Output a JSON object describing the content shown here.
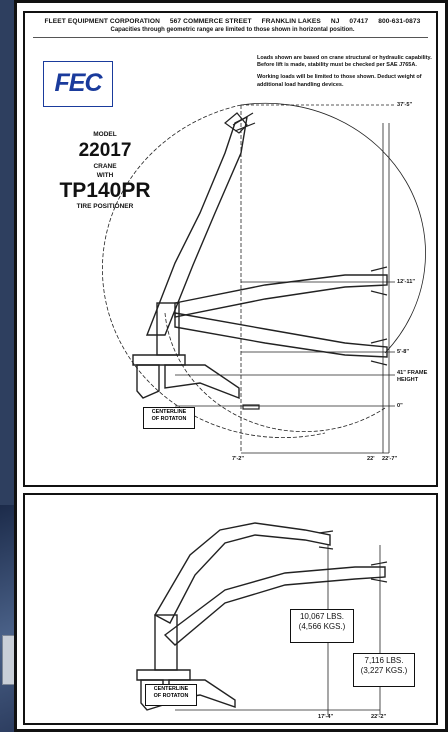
{
  "header": {
    "company": "FLEET EQUIPMENT CORPORATION",
    "address": "567 COMMERCE STREET",
    "city": "FRANKLIN LAKES",
    "state": "NJ",
    "zip": "07417",
    "phone": "800-631-0873",
    "subtitle": "Capacities through geometric range are limited to those shown in horizontal position."
  },
  "logo": {
    "text": "FEC",
    "color": "#1a3b9c"
  },
  "model": {
    "label": "MODEL",
    "number": "22017",
    "crane": "CRANE",
    "with": "WITH",
    "product": "TP140PR",
    "product_desc": "TIRE POSITIONER"
  },
  "notes": [
    "Loads shown are based on crane structural or hydraulic capability. Before lift is made, stability must be checked per SAE J765A.",
    "Working loads will be limited to those shown. Deduct weight of additional load handling devices."
  ],
  "heights": {
    "top": "37'-5\"",
    "mid": "12'-11\"",
    "low": "5'-8\"",
    "frame": "41\" FRAME",
    "frame2": "HEIGHT",
    "zero": "0\""
  },
  "reach_top": {
    "a": "7'-2\"",
    "b": "22'",
    "c": "22'-7\""
  },
  "centerline": {
    "line1": "CENTERLINE",
    "line2": "OF ROTATON"
  },
  "loads": [
    {
      "lbs": "10,067 LBS.",
      "kgs": "(4,566 KGS.)"
    },
    {
      "lbs": "7,116 LBS.",
      "kgs": "(3,227 KGS.)"
    }
  ],
  "reach_bottom": {
    "a": "17'-4\"",
    "b": "22'-2\""
  }
}
